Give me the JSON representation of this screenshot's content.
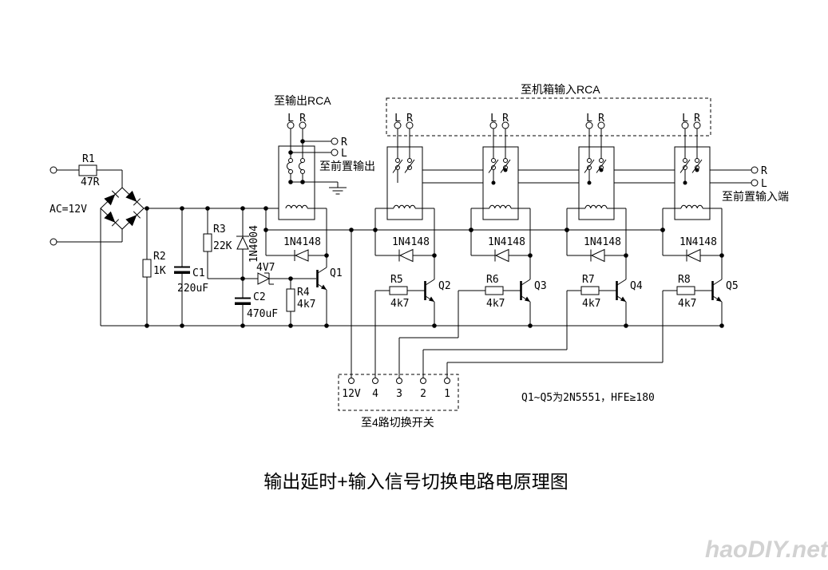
{
  "power": {
    "ac_label": "AC=12V",
    "r1": {
      "name": "R1",
      "value": "47R"
    },
    "r2": {
      "name": "R2",
      "value": "1K"
    },
    "c1": {
      "name": "C1",
      "value": "220uF"
    },
    "r3": {
      "name": "R3",
      "value": "22K"
    },
    "d1": "1N4004",
    "zener": "4V7",
    "c2": {
      "name": "C2",
      "value": "470uF"
    },
    "r4": {
      "name": "R4",
      "value": "4k7"
    },
    "q1": "Q1"
  },
  "output_relay": {
    "label": "至输出RCA",
    "l": "L",
    "r": "R",
    "out_r": "R",
    "out_l": "L",
    "preamp_out_label": "至前置输出",
    "diode": "1N4148"
  },
  "input_section": {
    "label": "至机箱输入RCA",
    "bus_r": "R",
    "bus_l": "L",
    "preamp_in_label": "至前置输入端",
    "relays": [
      {
        "l": "L",
        "r": "R",
        "diode": "1N4148",
        "res": "R5",
        "val": "4k7",
        "q": "Q2"
      },
      {
        "l": "L",
        "r": "R",
        "diode": "1N4148",
        "res": "R6",
        "val": "4k7",
        "q": "Q3"
      },
      {
        "l": "L",
        "r": "R",
        "diode": "1N4148",
        "res": "R7",
        "val": "4k7",
        "q": "Q4"
      },
      {
        "l": "L",
        "r": "R",
        "diode": "1N4148",
        "res": "R8",
        "val": "4k7",
        "q": "Q5"
      }
    ]
  },
  "connector": {
    "pins": [
      "12V",
      "4",
      "3",
      "2",
      "1"
    ],
    "label": "至4路切换开关"
  },
  "note": "Q1~Q5为2N5551，HFE≥180",
  "title": "输出延时+输入信号切换电路电原理图",
  "watermark": "haoDIY.net"
}
